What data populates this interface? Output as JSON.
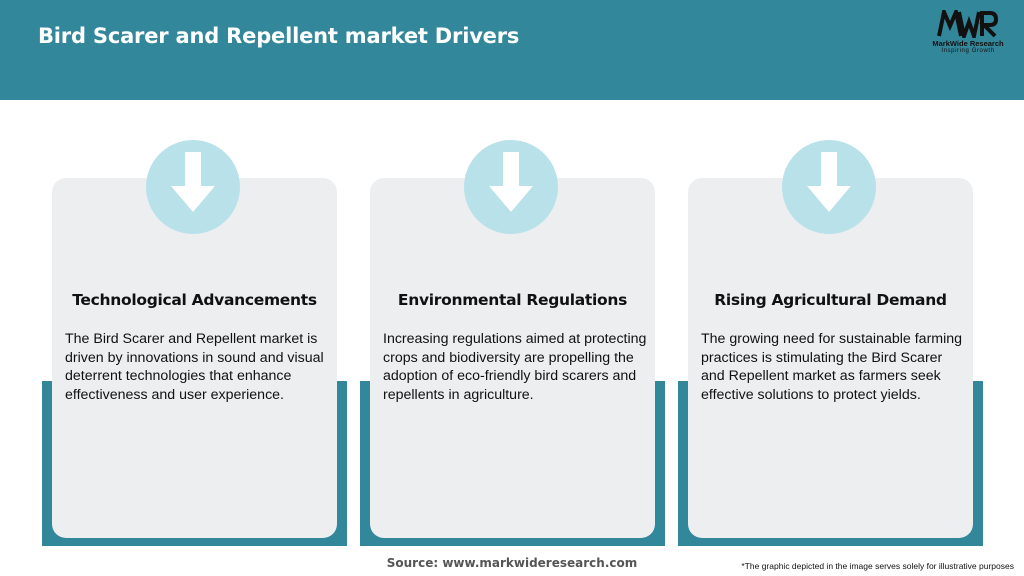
{
  "header": {
    "title": "Bird Scarer and Repellent market Drivers",
    "background_color": "#33879b"
  },
  "logo": {
    "mark": "MWR",
    "name": "MarkWide Research",
    "tagline": "Inspiring Growth"
  },
  "cards": [
    {
      "icon": "down-arrow-icon",
      "title": "Technological Advancements",
      "text": "The Bird Scarer and Repellent market is driven by innovations in sound and visual deterrent technologies that enhance effectiveness and user experience."
    },
    {
      "icon": "down-arrow-icon",
      "title": "Environmental Regulations",
      "text": "Increasing regulations aimed at protecting crops and biodiversity are propelling the adoption of eco-friendly bird scarers and repellents in agriculture."
    },
    {
      "icon": "down-arrow-icon",
      "title": "Rising Agricultural Demand",
      "text": "The growing need for sustainable farming practices is stimulating the Bird Scarer and Repellent market as farmers seek effective solutions to protect yields."
    }
  ],
  "footer": {
    "source": "Source: www.markwideresearch.com",
    "disclaimer": "*The graphic depicted in the image serves solely for illustrative purposes"
  },
  "colors": {
    "accent": "#33879b",
    "card_background": "#eceef0",
    "icon_circle": "#b9e1ea"
  }
}
